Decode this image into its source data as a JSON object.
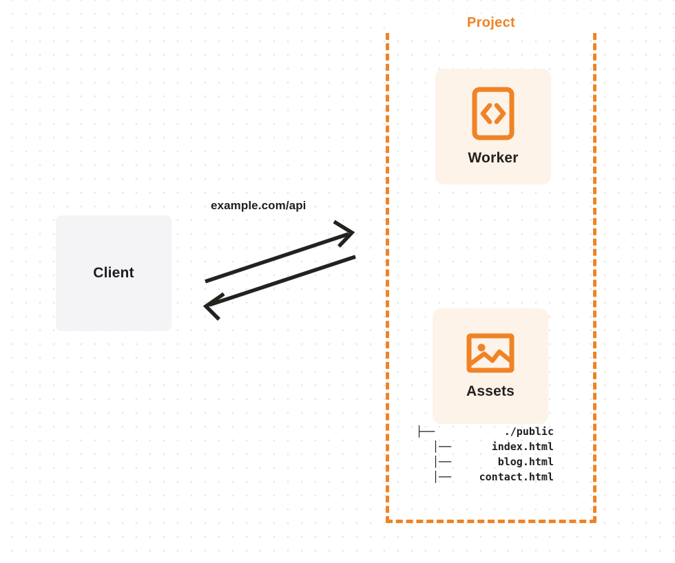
{
  "diagram": {
    "title": "Project",
    "colors": {
      "accent_orange": "#ef8325",
      "card_bg": "#fdf3e9",
      "client_bg": "#f4f4f6",
      "arrow": "#23221f",
      "text": "#1d1d1f"
    },
    "client": {
      "label": "Client"
    },
    "connection": {
      "label": "example.com/api",
      "request_direction": "client-to-project",
      "response_direction": "project-to-client"
    },
    "nodes": [
      {
        "id": "worker",
        "label": "Worker",
        "icon": "code-brackets-icon"
      },
      {
        "id": "assets",
        "label": "Assets",
        "icon": "image-picture-icon"
      }
    ],
    "file_tree": [
      {
        "branch": "├──",
        "name": "./public"
      },
      {
        "branch": "│──",
        "name": "index.html"
      },
      {
        "branch": "│──",
        "name": "blog.html"
      },
      {
        "branch": "│──",
        "name": "contact.html"
      }
    ]
  }
}
